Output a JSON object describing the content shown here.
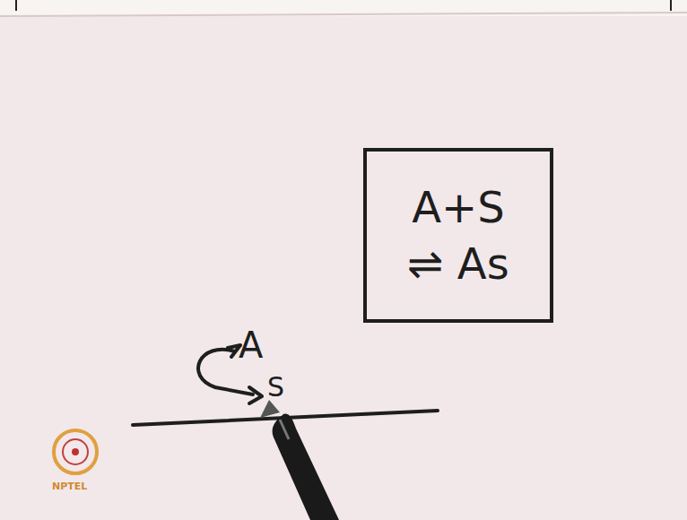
{
  "diagram": {
    "nodes": [
      {
        "text": [
          "A+S",
          "⇌ As"
        ]
      }
    ],
    "labels": [
      "A",
      "S",
      "NPTEL"
    ]
  }
}
